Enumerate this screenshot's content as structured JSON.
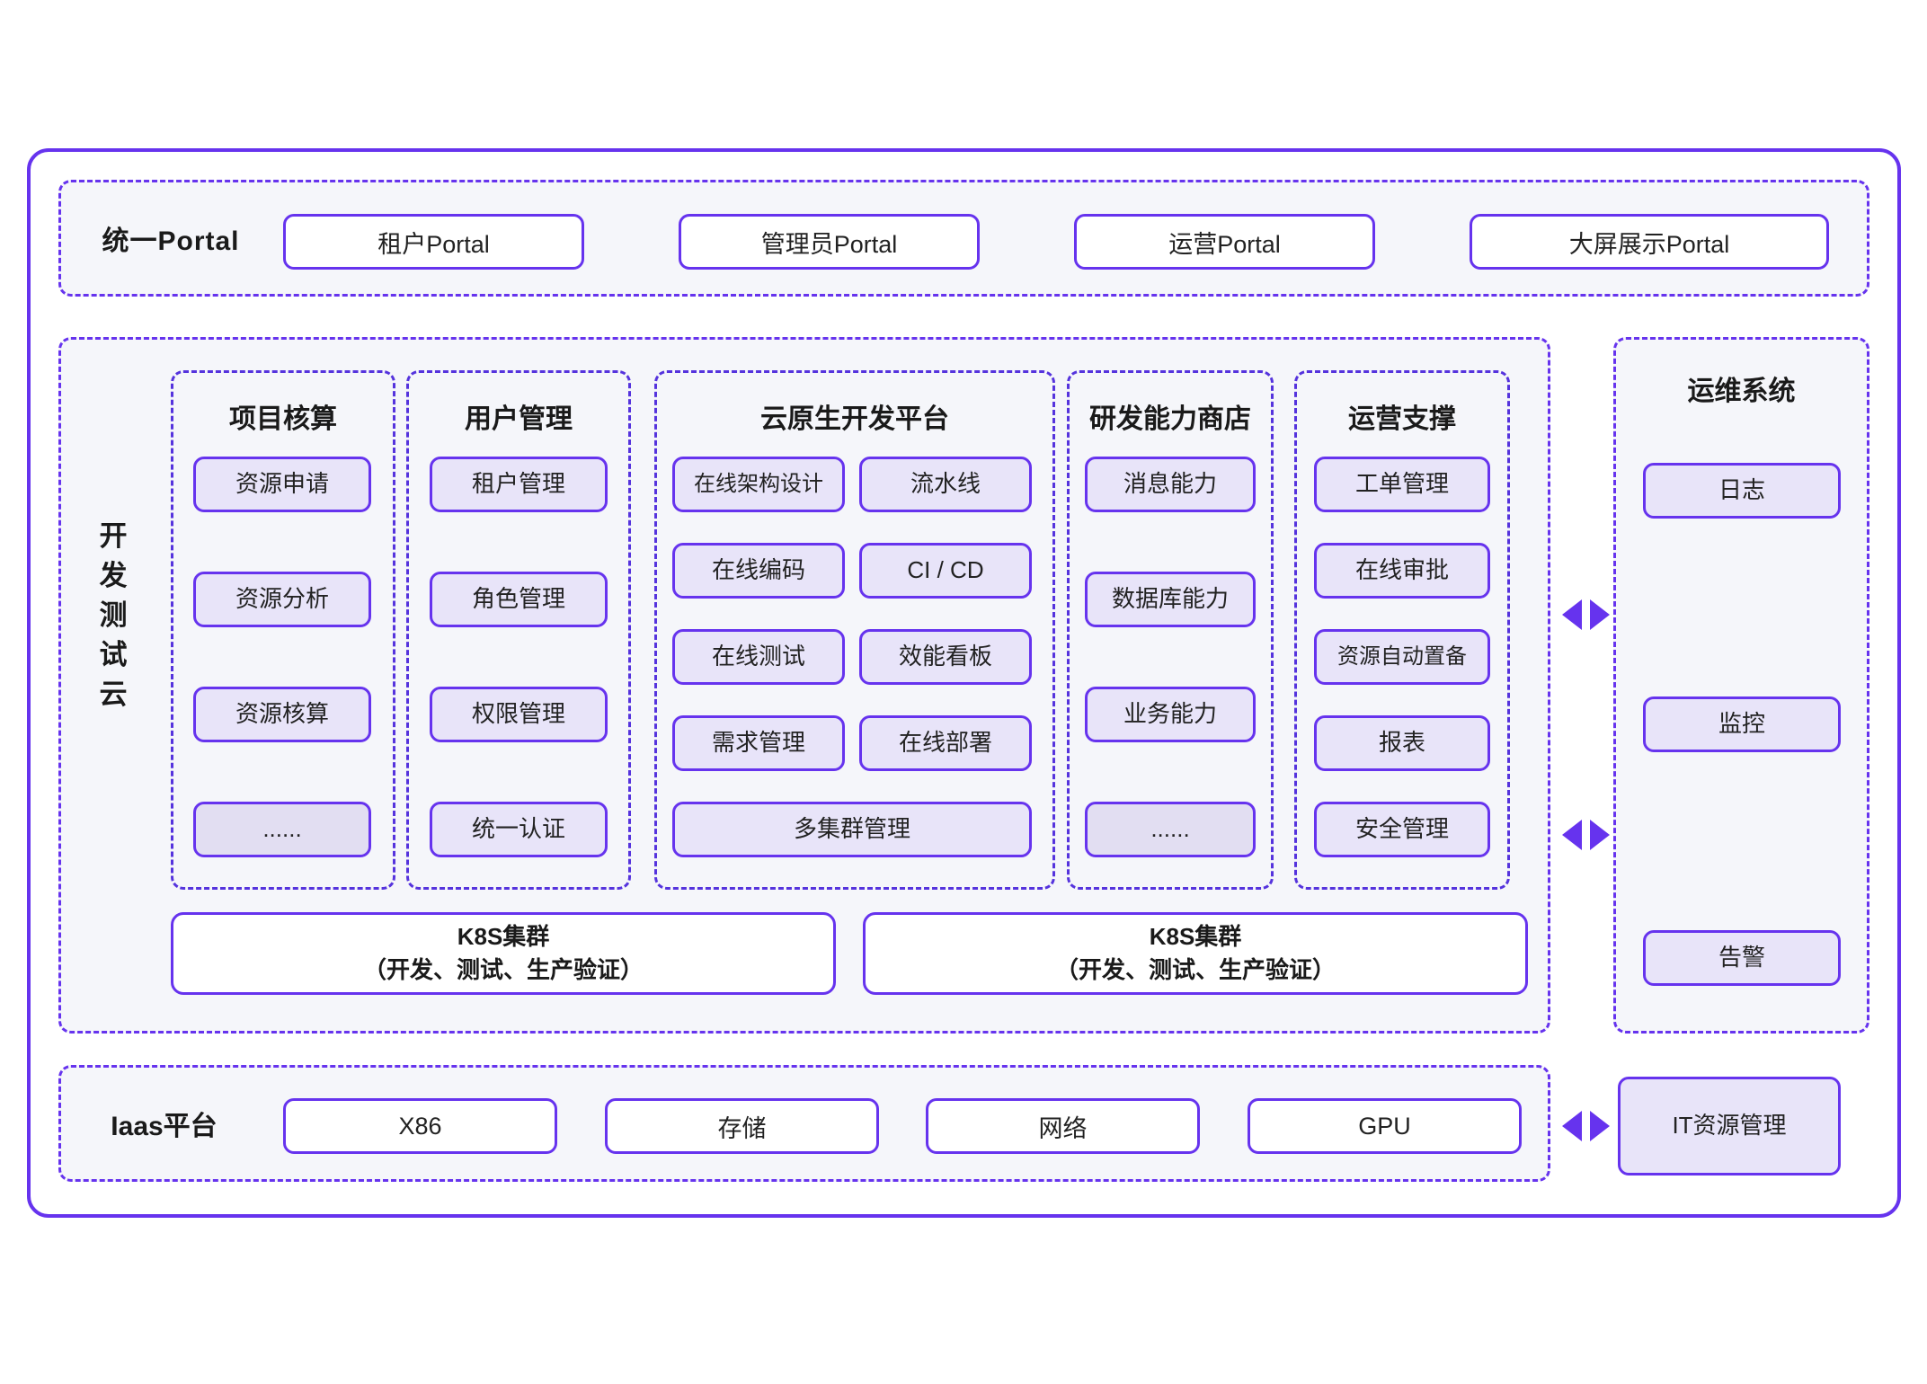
{
  "colors": {
    "accent": "#6633ee",
    "panel_bg": "#f5f6fa",
    "chip_fill": "#e8e4f9",
    "chip_fill_dim": "#e2def2",
    "white": "#ffffff"
  },
  "portal": {
    "label": "统一Portal",
    "items": [
      {
        "label": "租户Portal"
      },
      {
        "label": "管理员Portal"
      },
      {
        "label": "运营Portal"
      },
      {
        "label": "大屏展示Portal"
      }
    ]
  },
  "dev_test_cloud": {
    "label": "开发测试云",
    "groups": [
      {
        "title": "项目核算",
        "layout": "single",
        "items": [
          {
            "label": "资源申请",
            "dim": false
          },
          {
            "label": "资源分析",
            "dim": false
          },
          {
            "label": "资源核算",
            "dim": false
          },
          {
            "label": "......",
            "dim": true
          }
        ]
      },
      {
        "title": "用户管理",
        "layout": "single",
        "items": [
          {
            "label": "租户管理",
            "dim": false
          },
          {
            "label": "角色管理",
            "dim": false
          },
          {
            "label": "权限管理",
            "dim": false
          },
          {
            "label": "统一认证",
            "dim": false
          }
        ]
      },
      {
        "title": "云原生开发平台",
        "layout": "double",
        "items": [
          {
            "label": "在线架构设计",
            "dim": false
          },
          {
            "label": "流水线",
            "dim": false
          },
          {
            "label": "在线编码",
            "dim": false
          },
          {
            "label": "CI / CD",
            "dim": false
          },
          {
            "label": "在线测试",
            "dim": false
          },
          {
            "label": "效能看板",
            "dim": false
          },
          {
            "label": "需求管理",
            "dim": false
          },
          {
            "label": "在线部署",
            "dim": false
          },
          {
            "label": "多集群管理",
            "dim": false,
            "full": true
          }
        ]
      },
      {
        "title": "研发能力商店",
        "layout": "single",
        "items": [
          {
            "label": "消息能力",
            "dim": false
          },
          {
            "label": "数据库能力",
            "dim": false
          },
          {
            "label": "业务能力",
            "dim": false
          },
          {
            "label": "......",
            "dim": true
          }
        ]
      },
      {
        "title": "运营支撑",
        "layout": "single5",
        "items": [
          {
            "label": "工单管理",
            "dim": false
          },
          {
            "label": "在线审批",
            "dim": false
          },
          {
            "label": "资源自动置备",
            "dim": false
          },
          {
            "label": "报表",
            "dim": false
          },
          {
            "label": "安全管理",
            "dim": false
          }
        ]
      }
    ],
    "clusters": [
      {
        "line1": "K8S集群",
        "line2": "（开发、测试、生产验证）"
      },
      {
        "line1": "K8S集群",
        "line2": "（开发、测试、生产验证）"
      }
    ]
  },
  "ops_system": {
    "title": "运维系统",
    "items": [
      {
        "label": "日志"
      },
      {
        "label": "监控"
      },
      {
        "label": "告警"
      }
    ]
  },
  "iaas": {
    "label": "Iaas平台",
    "items": [
      {
        "label": "X86"
      },
      {
        "label": "存储"
      },
      {
        "label": "网络"
      },
      {
        "label": "GPU"
      }
    ],
    "side_box": {
      "label": "IT资源管理"
    }
  },
  "connectors": [
    {
      "name": "ops-link-top",
      "icon": "bidirectional-arrow"
    },
    {
      "name": "ops-link-bottom",
      "icon": "bidirectional-arrow"
    },
    {
      "name": "iaas-link",
      "icon": "bidirectional-arrow"
    }
  ]
}
